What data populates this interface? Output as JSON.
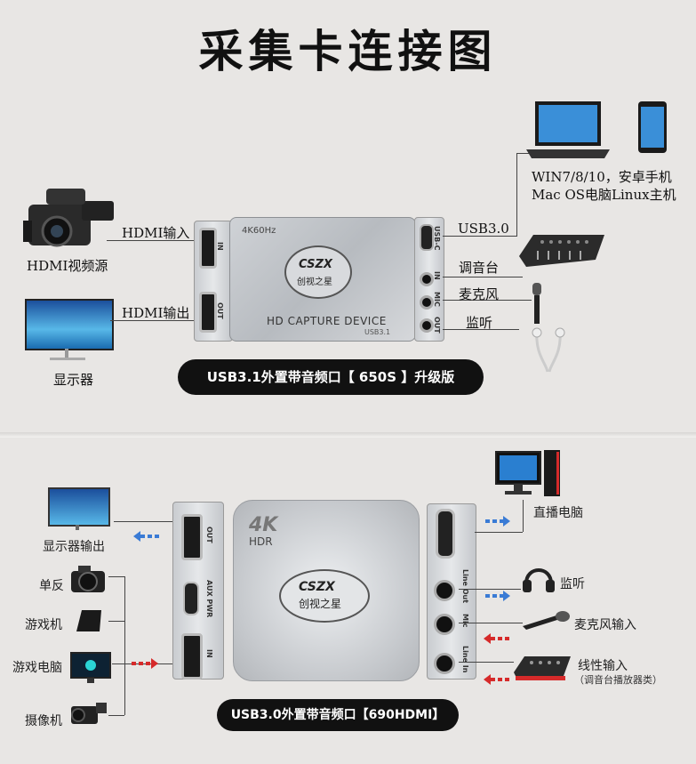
{
  "title": "采集卡连接图",
  "top": {
    "camera_label": "HDMI视频源",
    "monitor_label": "显示器",
    "hdmi_in_label": "HDMI输入",
    "hdmi_out_label": "HDMI输出",
    "device_fps": "4K60Hz",
    "device_name": "HD CAPTURE DEVICE",
    "device_usb": "USB3.1",
    "brand_logo": "CSZX",
    "brand_cn": "创视之星",
    "port_in": "IN",
    "port_out": "OUT",
    "port_usbc": "USB-C",
    "port_mic": "MIC",
    "laptop_label_1": "WIN7/8/10，安卓手机",
    "laptop_label_2": "Mac OS电脑Linux主机",
    "usb_label": "USB3.0",
    "mixer_label": "调音台",
    "mic_label": "麦克风",
    "monitor_listen_label": "监听",
    "pill": "USB3.1外置带音频口【 650S 】升级版"
  },
  "bottom": {
    "display_out_label": "显示器输出",
    "dslr_label": "单反",
    "console_label": "游戏机",
    "gaming_pc_label": "游戏电脑",
    "camcorder_label": "摄像机",
    "stream_pc_label": "直播电脑",
    "listen_label": "监听",
    "mic_label": "麦克风输入",
    "line_in_label": "线性输入",
    "line_in_sub": "（调音台播放器类）",
    "device_4k": "4K",
    "device_hdr": "HDR",
    "brand_logo": "CSZX",
    "brand_cn": "创视之星",
    "port_out": "OUT",
    "port_aux": "AUX PWR",
    "port_in": "IN",
    "port_line_out": "Line Out",
    "port_mic": "Mic",
    "port_line_in": "Line In",
    "pill": "USB3.0外置带音频口【690HDMI】"
  }
}
